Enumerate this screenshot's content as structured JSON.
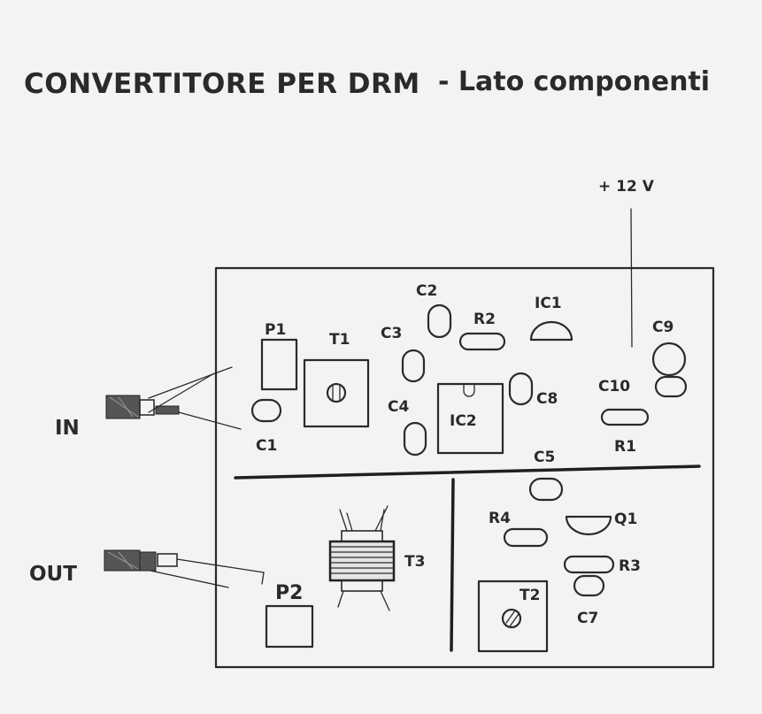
{
  "diagram": {
    "title": "CONVERTITORE PER DRM",
    "subtitle": "- Lato componenti",
    "supply_label": "+ 12 V",
    "ports": {
      "in": "IN",
      "out": "OUT"
    },
    "components": {
      "p1": "P1",
      "t1": "T1",
      "c1": "C1",
      "c2": "C2",
      "c3": "C3",
      "c4": "C4",
      "r2": "R2",
      "ic1": "IC1",
      "ic2": "IC2",
      "c8": "C8",
      "c9": "C9",
      "c10": "C10",
      "r1": "R1",
      "c5": "C5",
      "r4": "R4",
      "q1": "Q1",
      "r3": "R3",
      "t2": "T2",
      "c7": "C7",
      "p2": "P2",
      "t3": "T3"
    }
  }
}
